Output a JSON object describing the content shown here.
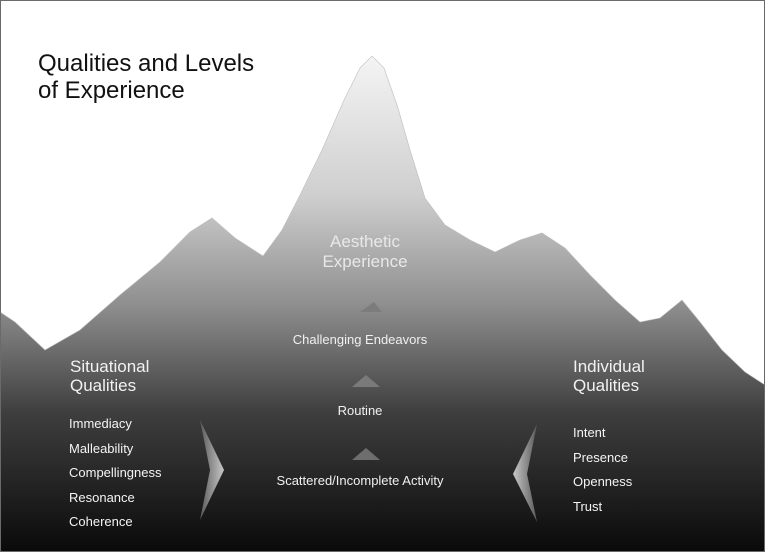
{
  "title_line1": "Qualities and Levels",
  "title_line2": "of Experience",
  "peak": {
    "line1": "Aesthetic",
    "line2": "Experience"
  },
  "levels": [
    "Challenging Endeavors",
    "Routine",
    "Scattered/Incomplete Activity"
  ],
  "situational": {
    "heading_line1": "Situational",
    "heading_line2": "Qualities",
    "items": [
      "Immediacy",
      "Malleability",
      "Compellingness",
      "Resonance",
      "Coherence"
    ]
  },
  "individual": {
    "heading_line1": "Individual",
    "heading_line2": "Qualities",
    "items": [
      "Intent",
      "Presence",
      "Openness",
      "Trust"
    ]
  },
  "colors": {
    "sky": "#ffffff",
    "mountain_top": "#f2f2f2",
    "mountain_bottom": "#0a0a0a",
    "title_text": "#111111",
    "label_text": "#f2f2f2"
  }
}
